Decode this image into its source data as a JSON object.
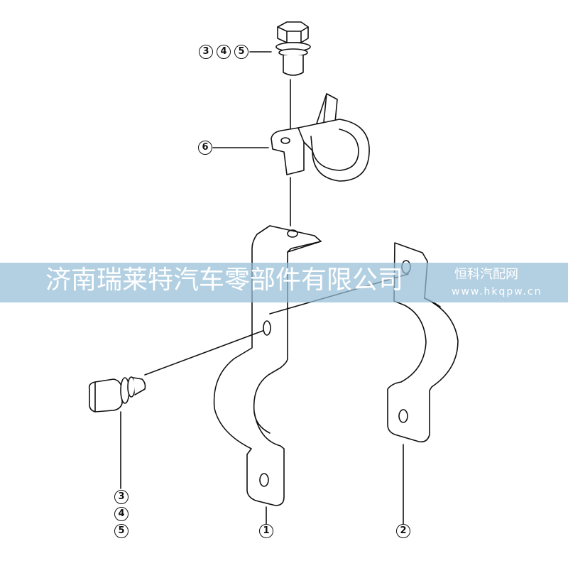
{
  "callouts": {
    "top_3": "3",
    "top_4": "4",
    "top_5": "5",
    "c6": "6",
    "left_3": "3",
    "left_4": "4",
    "left_5": "5",
    "c1": "1",
    "c2": "2"
  },
  "watermark": {
    "company": "济南瑞莱特汽车零部件有限公司",
    "site_name": "恒科汽配网",
    "site_url": "www.hkqpw.cn"
  }
}
